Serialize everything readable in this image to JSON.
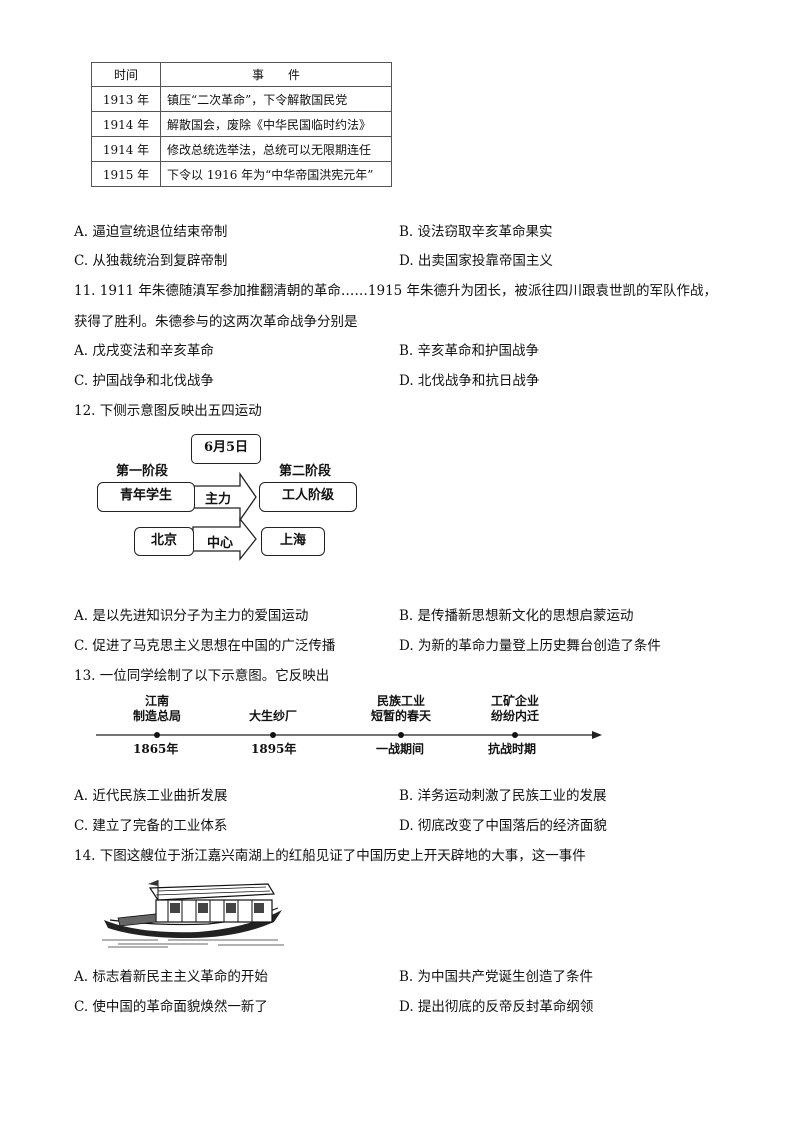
{
  "q10": {
    "table_header": {
      "col1": "时间",
      "col2": "事　　件"
    },
    "rows": [
      {
        "year": "1913 年",
        "event": "镇压“二次革命”，下令解散国民党"
      },
      {
        "year": "1914 年",
        "event": "解散国会，废除《中华民国临时约法》"
      },
      {
        "year": "1914 年",
        "event": "修改总统选举法，总统可以无限期连任"
      },
      {
        "year": "1915 年",
        "event": "下令以 1916 年为“中华帝国洪宪元年”"
      }
    ],
    "options": {
      "A": "A.  逼迫宣统退位结束帝制",
      "B": "B.  设法窃取辛亥革命果实",
      "C": "C.  从独裁统治到复辟帝制",
      "D": "D.  出卖国家投靠帝国主义"
    }
  },
  "q11": {
    "line1": "11.  1911 年朱德随滇军参加推翻清朝的革命……1915 年朱德升为团长，被派往四川跟袁世凯的军队作战，",
    "line2": "获得了胜利。朱德参与的这两次革命战争分别是",
    "options": {
      "A": "A.  戊戌变法和辛亥革命",
      "B": "B.  辛亥革命和护国战争",
      "C": "C.  护国战争和北伐战争",
      "D": "D.  北伐战争和抗日战争"
    }
  },
  "q12": {
    "stem": "12.  下侧示意图反映出五四运动",
    "diagram": {
      "date": "6月5日",
      "stage1": "第一阶段",
      "stage2": "第二阶段",
      "left_top": "青年学生",
      "arrow_top": "主力",
      "right_top": "工人阶级",
      "left_bottom": "北京",
      "arrow_bottom": "中心",
      "right_bottom": "上海"
    },
    "options": {
      "A": "A.  是以先进知识分子为主力的爱国运动",
      "B": "B.  是传播新思想新文化的思想启蒙运动",
      "C": "C.  促进了马克思主义思想在中国的广泛传播",
      "D": "D.  为新的革命力量登上历史舞台创造了条件"
    }
  },
  "q13": {
    "stem": "13.  一位同学绘制了以下示意图。它反映出",
    "timeline": [
      {
        "top1": "江南",
        "top2": "制造总局",
        "bottom": "1865年"
      },
      {
        "top1": "",
        "top2": "大生纱厂",
        "bottom": "1895年"
      },
      {
        "top1": "民族工业",
        "top2": "短暂的春天",
        "bottom": "一战期间"
      },
      {
        "top1": "工矿企业",
        "top2": "纷纷内迁",
        "bottom": "抗战时期"
      }
    ],
    "options": {
      "A": "A.  近代民族工业曲折发展",
      "B": "B.  洋务运动刺激了民族工业的发展",
      "C": "C.  建立了完备的工业体系",
      "D": "D.  彻底改变了中国落后的经济面貌"
    }
  },
  "q14": {
    "stem": "14.  下图这艘位于浙江嘉兴南湖上的红船见证了中国历史上开天辟地的大事，这一事件",
    "options": {
      "A": "A.  标志着新民主主义革命的开始",
      "B": "B.  为中国共产党诞生创造了条件",
      "C": "C.  使中国的革命面貌焕然一新了",
      "D": "D.  提出彻底的反帝反封革命纲领"
    }
  }
}
